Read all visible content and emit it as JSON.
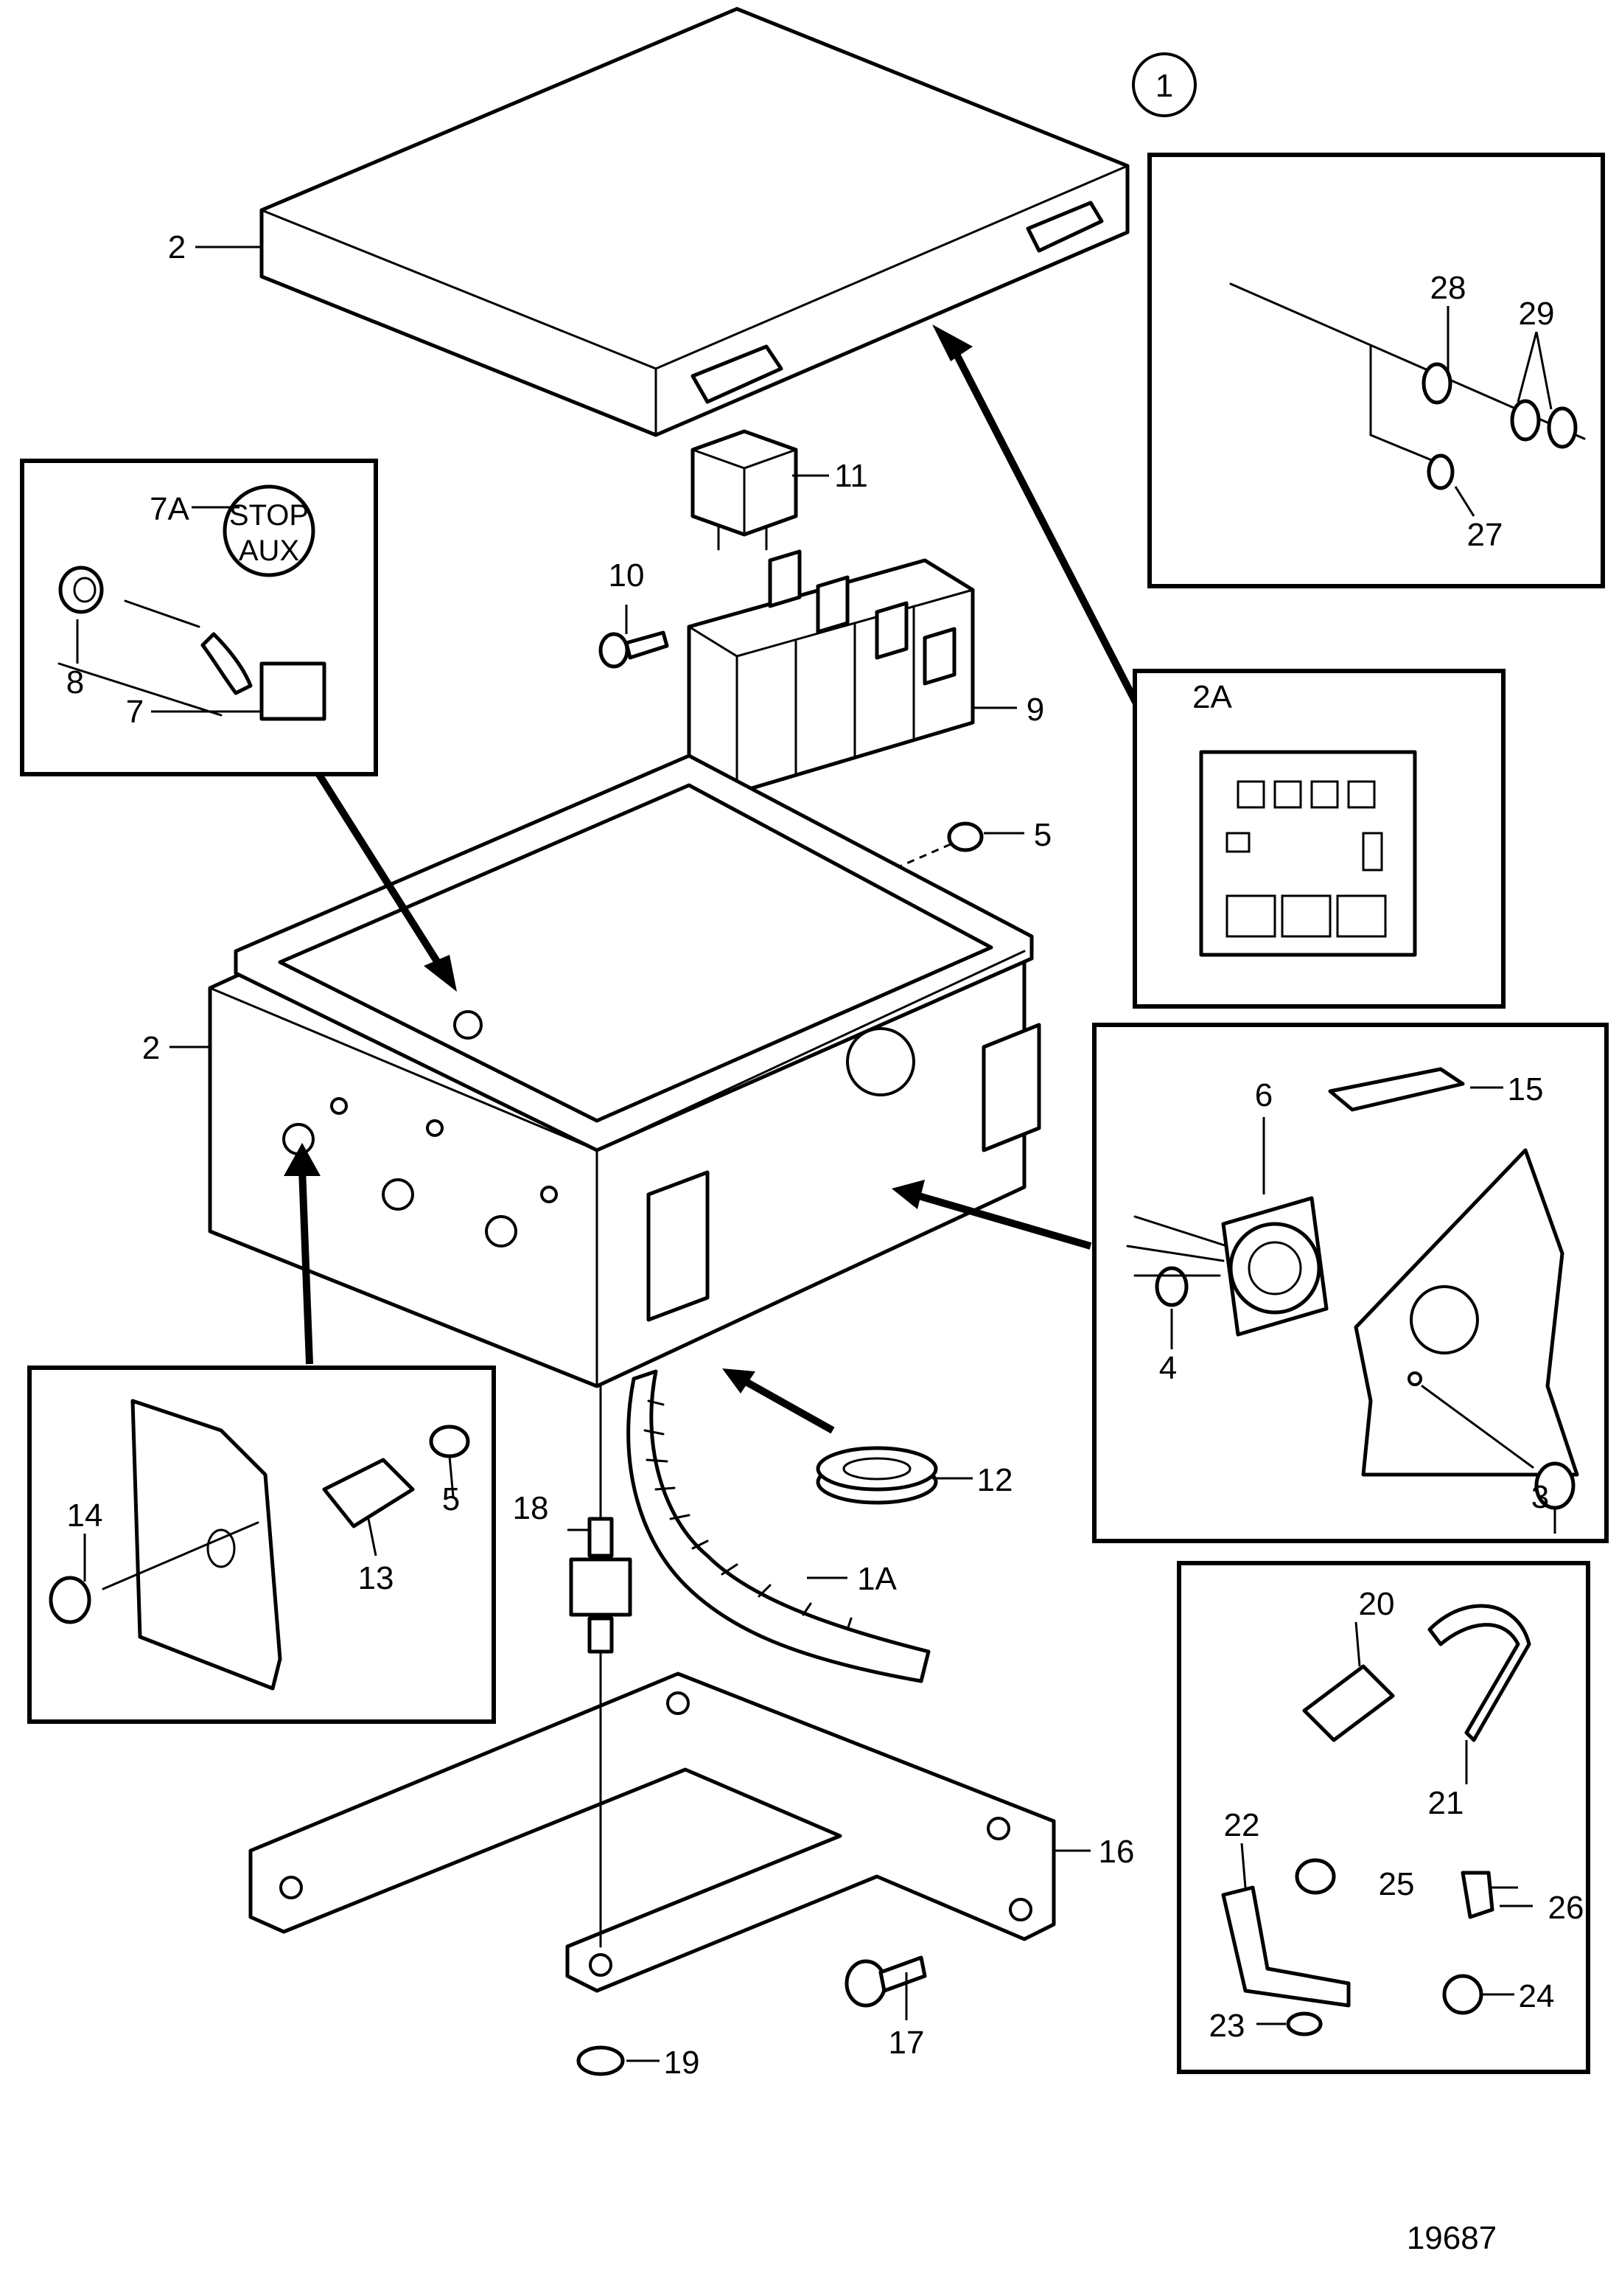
{
  "callouts": {
    "c1": "1",
    "c2_lid": "2",
    "c2_box": "2",
    "c1A": "1A",
    "c2A": "2A",
    "c3": "3",
    "c4": "4",
    "c5_top": "5",
    "c5_inset": "5",
    "c6": "6",
    "c7": "7",
    "c7A": "7A",
    "c8": "8",
    "c9": "9",
    "c10": "10",
    "c11": "11",
    "c12": "12",
    "c13": "13",
    "c14": "14",
    "c15": "15",
    "c16": "16",
    "c17": "17",
    "c18": "18",
    "c19": "19",
    "c20": "20",
    "c21": "21",
    "c22": "22",
    "c23": "23",
    "c24": "24",
    "c25": "25",
    "c26": "26",
    "c27": "27",
    "c28": "28",
    "c29": "29"
  },
  "switch_knob": {
    "top": "STOP",
    "bottom": "AUX"
  },
  "figure_number": "19687"
}
